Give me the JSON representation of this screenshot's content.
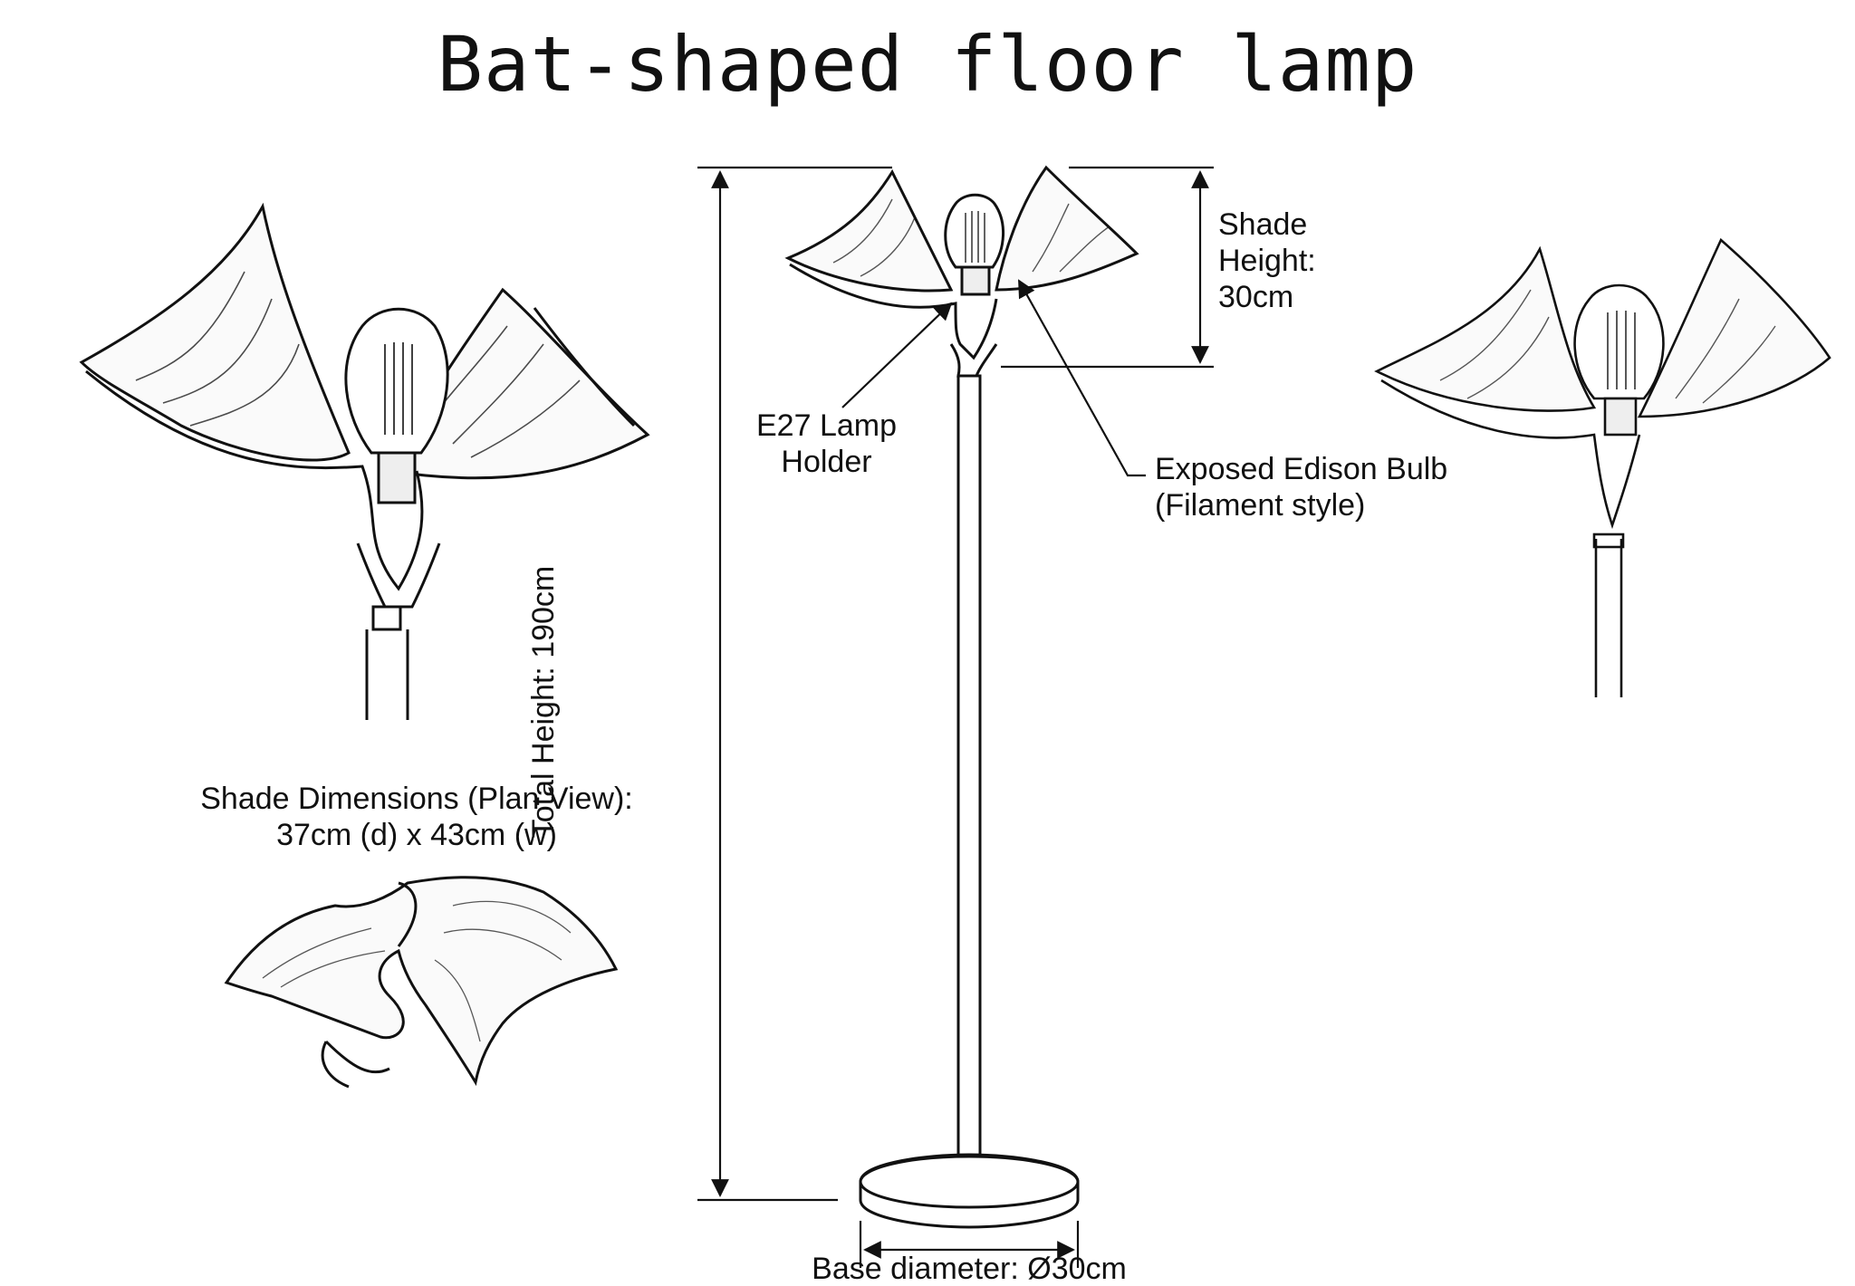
{
  "title": "Bat-shaped floor lamp",
  "labels": {
    "shade_height": [
      "Shade",
      "Height:",
      "30cm"
    ],
    "lamp_holder": [
      "E27 Lamp",
      "Holder"
    ],
    "bulb": [
      "Exposed Edison Bulb",
      "(Filament style)"
    ],
    "total_height": "Total Height: 190cm",
    "plan_view": [
      "Shade Dimensions (Plan View):",
      "37cm (d) x 43cm (w)"
    ],
    "base_diameter": "Base diameter: Ø30cm"
  },
  "colors": {
    "ink": "#111111",
    "background": "#ffffff"
  }
}
